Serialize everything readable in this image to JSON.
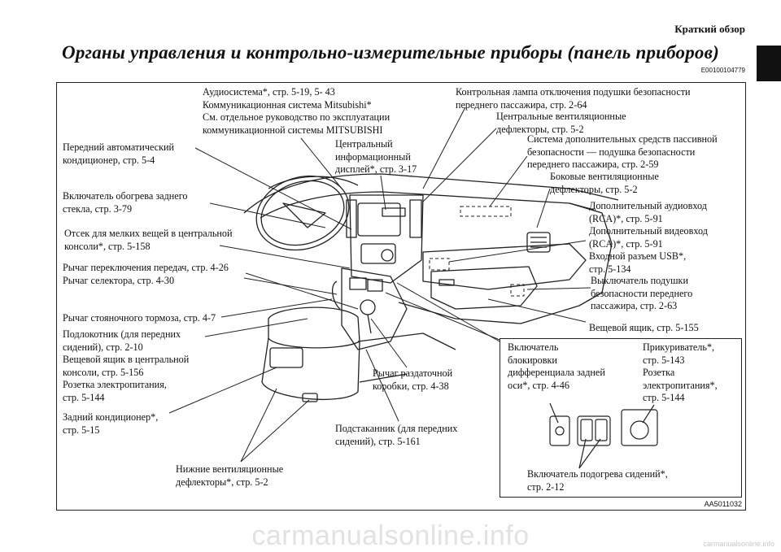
{
  "header": {
    "section": "Краткий обзор"
  },
  "page": {
    "title": "Органы управления и контрольно-измерительные приборы (панель приборов)",
    "code": "E00100104779",
    "image_code": "AA5011032"
  },
  "labels": {
    "audio": [
      "Аудиосистема*, стр. 5-19, 5- 43",
      "Коммуникационная система Mitsubishi*",
      "См. отдельное руководство по эксплуатации",
      "коммуникационной системы MITSUBISHI"
    ],
    "airbag_off_lamp": [
      "Контрольная лампа отключения подушки безопасности",
      "переднего пассажира, стр. 2-64"
    ],
    "center_vents": [
      "Центральные вентиляционные",
      "дефлекторы, стр. 5-2"
    ],
    "srs_airbag": [
      "Система дополнительных средств пассивной",
      "безопасности — подушка безопасности",
      "переднего пассажира, стр. 2-59"
    ],
    "side_vents": [
      "Боковые вентиляционные",
      "дефлекторы, стр. 5-2"
    ],
    "aux_inputs": [
      "Дополнительный аудиовход",
      "(RCA)*, стр. 5-91",
      "Дополнительный видеовход",
      "(RCA)*, стр. 5-91",
      "Входной разъем USB*,",
      "стр. 5-134"
    ],
    "airbag_switch": [
      "Выключатель подушки",
      "безопасности переднего",
      "пассажира, стр. 2-63"
    ],
    "glovebox": [
      "Вещевой ящик, стр. 5-155"
    ],
    "front_ac": [
      "Передний автоматический",
      "кондиционер, стр. 5-4"
    ],
    "center_display": [
      "Центральный",
      "информационный",
      "дисплей*, стр. 3-17"
    ],
    "rear_defogger": [
      "Включатель обогрева заднего",
      "стекла, стр. 3-79"
    ],
    "small_compartment": [
      "Отсек для мелких вещей в центральной",
      "консоли*, стр. 5-158"
    ],
    "gear_lever": [
      "Рычаг переключения передач, стр. 4-26",
      "Рычаг селектора, стр. 4-30"
    ],
    "parking_brake": [
      "Рычаг стояночного тормоза, стр. 4-7"
    ],
    "console": [
      "Подлокотник (для передних",
      "сидений), стр. 2-10",
      "Вещевой ящик в центральной",
      "консоли, стр. 5-156",
      "Розетка электропитания,",
      "стр. 5-144"
    ],
    "rear_ac": [
      "Задний кондиционер*,",
      "стр. 5-15"
    ],
    "transfer_lever": [
      "Рычаг раздаточной",
      "коробки, стр. 4-38"
    ],
    "cup_holder": [
      "Подстаканник (для передних",
      "сидений), стр. 5-161"
    ],
    "lower_vents": [
      "Нижние вентиляционные",
      "дефлекторы*, стр. 5-2"
    ],
    "diff_lock": [
      "Включатель",
      "блокировки",
      "дифференциала задней",
      "оси*, стр. 4-46"
    ],
    "lighter": [
      "Прикуриватель*,",
      "стр. 5-143",
      "Розетка",
      "электропитания*,",
      "стр. 5-144"
    ],
    "seat_heater": [
      "Включатель подогрева сидений*,",
      "стр. 2-12"
    ]
  },
  "watermark": {
    "main": "carmanualsonline.info",
    "small": "carmanualsonline.info"
  }
}
